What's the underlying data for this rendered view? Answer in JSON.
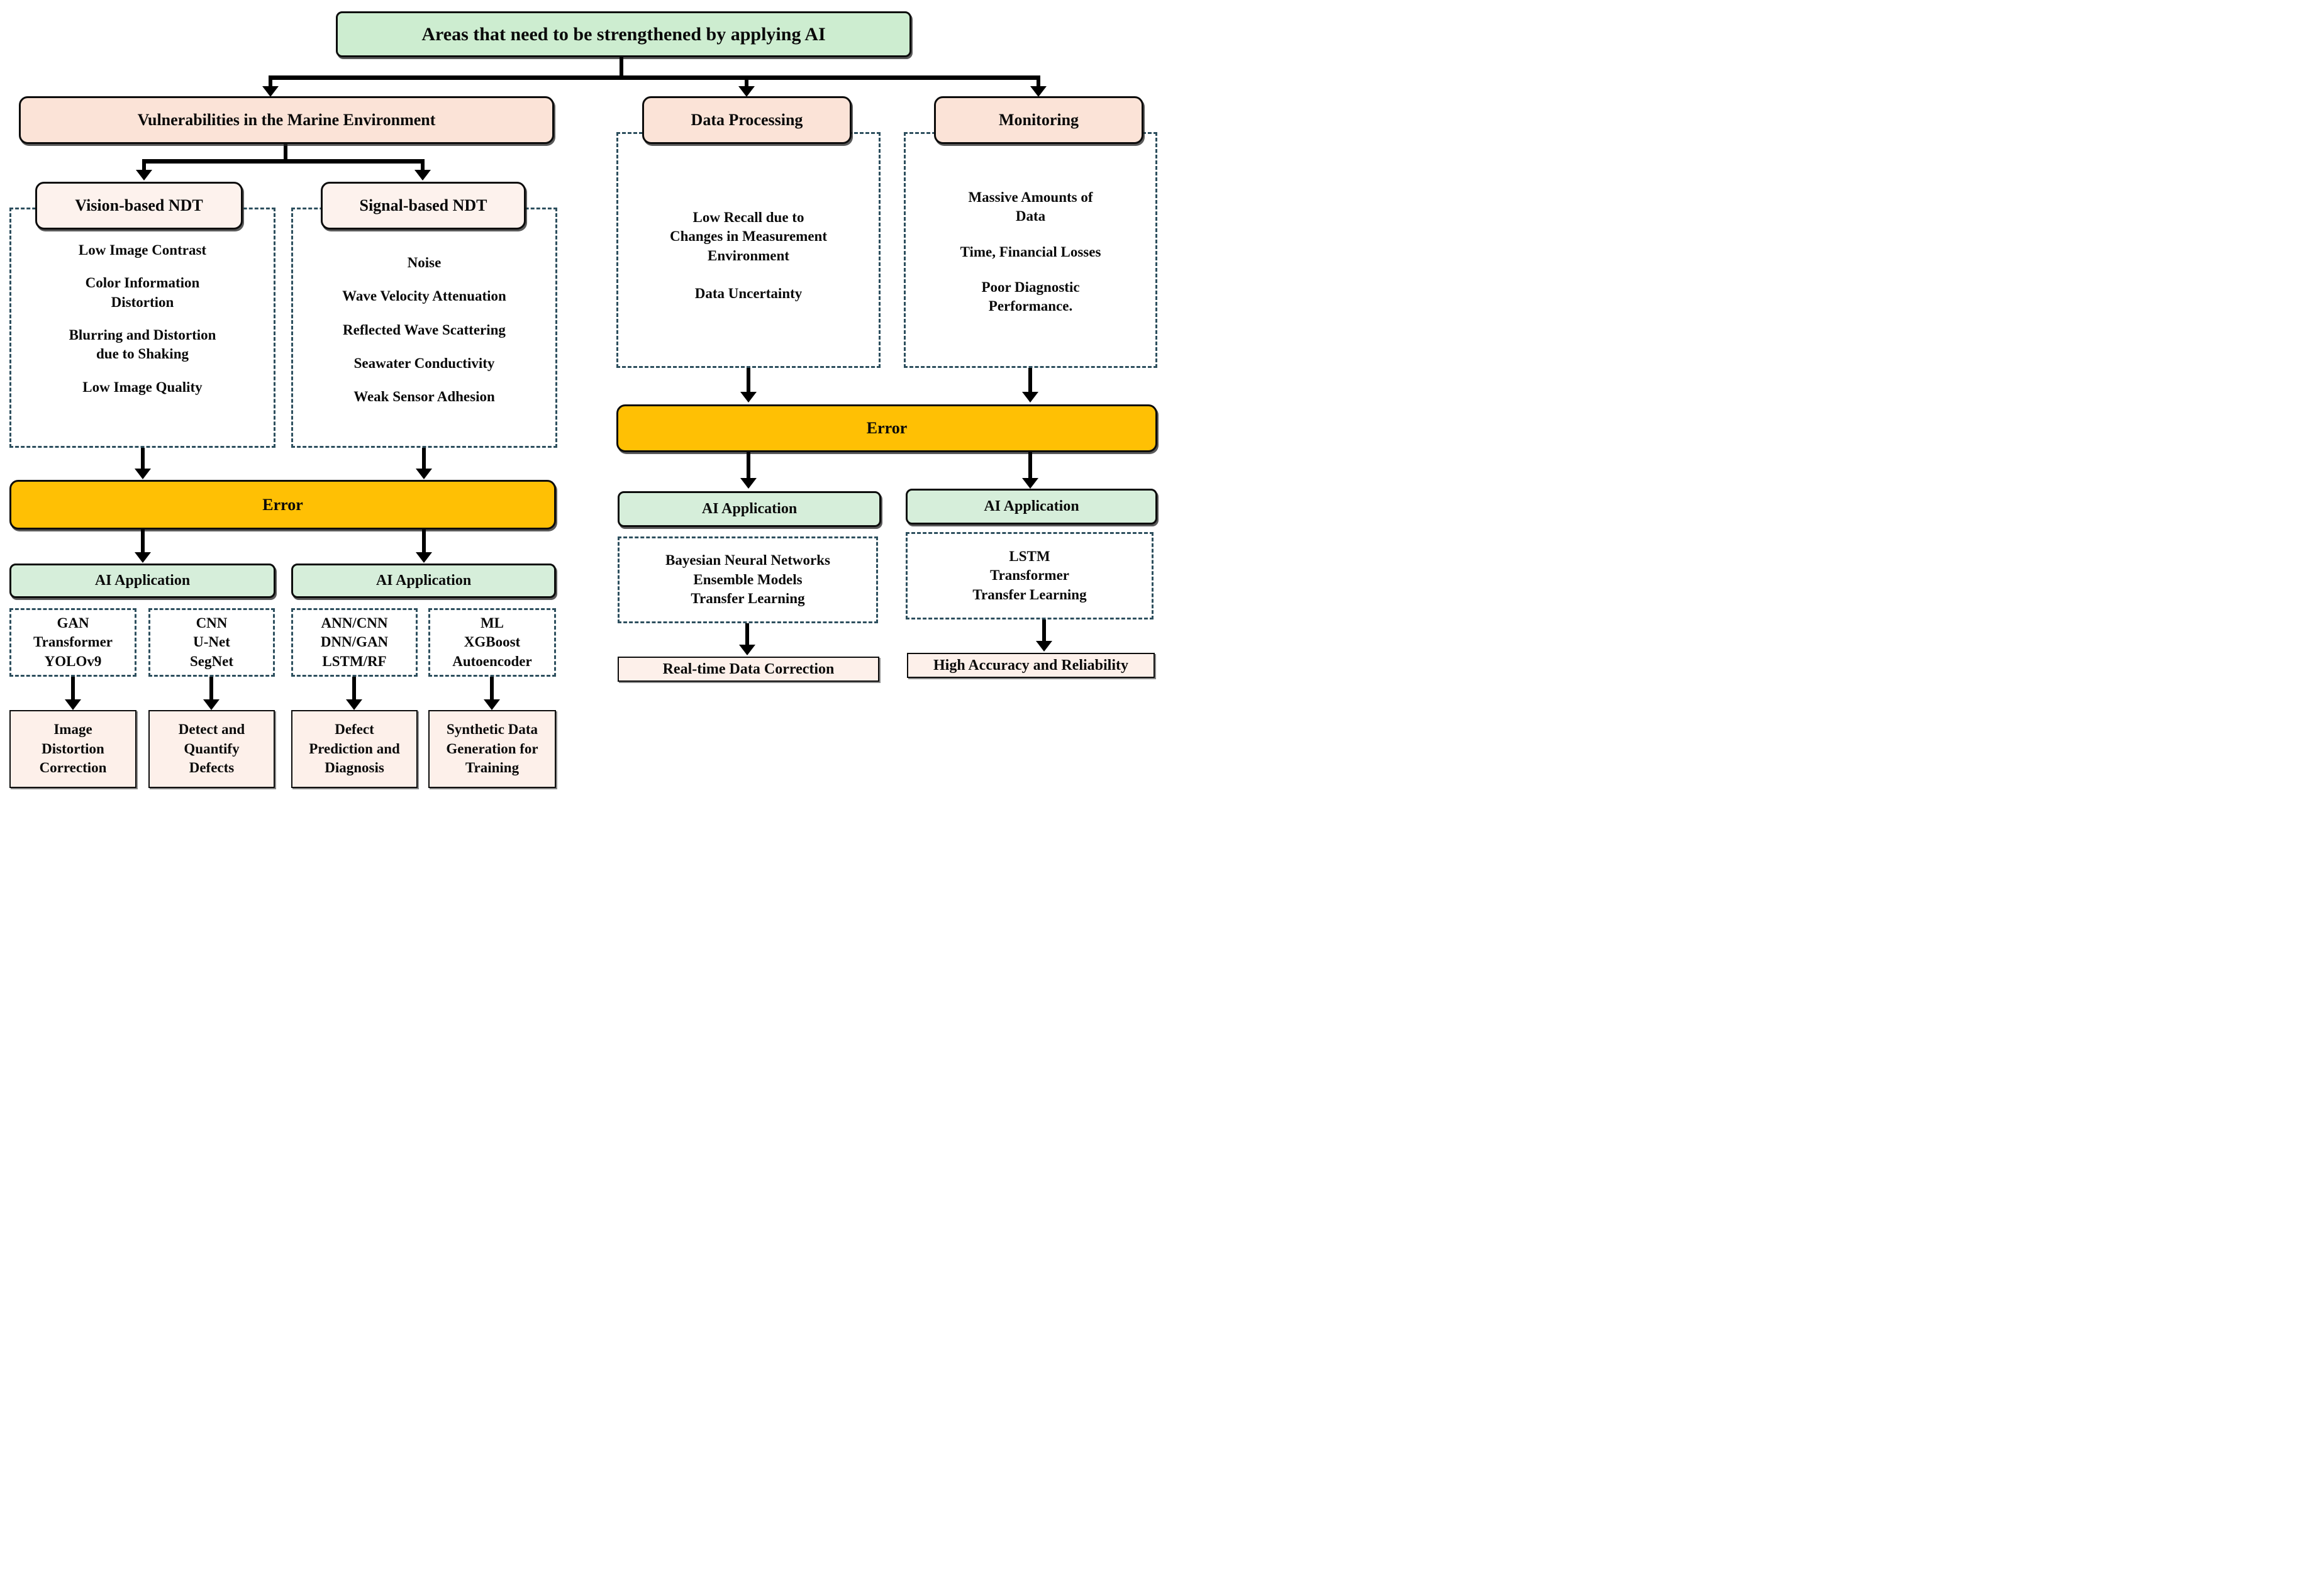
{
  "colors": {
    "node-green": "#cdedd0",
    "ai-green": "#d6eeda",
    "header-pink": "#fbe3d7",
    "soft-pink": "#fdf2ed",
    "light-pink": "#fdf0ea",
    "error-orange": "#ffc004",
    "dash-border": "#2d4f5e"
  },
  "root": {
    "title": "Areas that need to be strengthened by applying AI"
  },
  "labels": {
    "error": "Error",
    "ai_application": "AI Application"
  },
  "marine": {
    "title": "Vulnerabilities in the Marine Environment",
    "vision": {
      "title": "Vision-based NDT",
      "issues": [
        "Low Image Contrast",
        "Color Information\nDistortion",
        "Blurring and Distortion\ndue to Shaking",
        "Low Image Quality"
      ],
      "methods_1": "GAN\nTransformer\nYOLOv9",
      "methods_2": "CNN\nU-Net\nSegNet",
      "outcome_1": "Image\nDistortion\nCorrection",
      "outcome_2": "Detect and\nQuantify\nDefects"
    },
    "signal": {
      "title": "Signal-based NDT",
      "issues": [
        "Noise",
        "Wave Velocity Attenuation",
        "Reflected Wave Scattering",
        "Seawater Conductivity",
        "Weak Sensor Adhesion"
      ],
      "methods_1": "ANN/CNN\nDNN/GAN\nLSTM/RF",
      "methods_2": "ML\nXGBoost\nAutoencoder",
      "outcome_1": "Defect\nPrediction and\nDiagnosis",
      "outcome_2": "Synthetic Data\nGeneration for\nTraining"
    }
  },
  "data_processing": {
    "title": "Data Processing",
    "issues": [
      "Low Recall due to\nChanges in Measurement\nEnvironment",
      "Data Uncertainty"
    ],
    "methods": "Bayesian Neural Networks\nEnsemble Models\nTransfer Learning",
    "outcome": "Real-time Data Correction"
  },
  "monitoring": {
    "title": "Monitoring",
    "issues": [
      "Massive Amounts  of\nData",
      "Time, Financial Losses",
      "Poor Diagnostic\nPerformance."
    ],
    "methods": "LSTM\nTransformer\nTransfer Learning",
    "outcome": "High Accuracy and Reliability"
  }
}
